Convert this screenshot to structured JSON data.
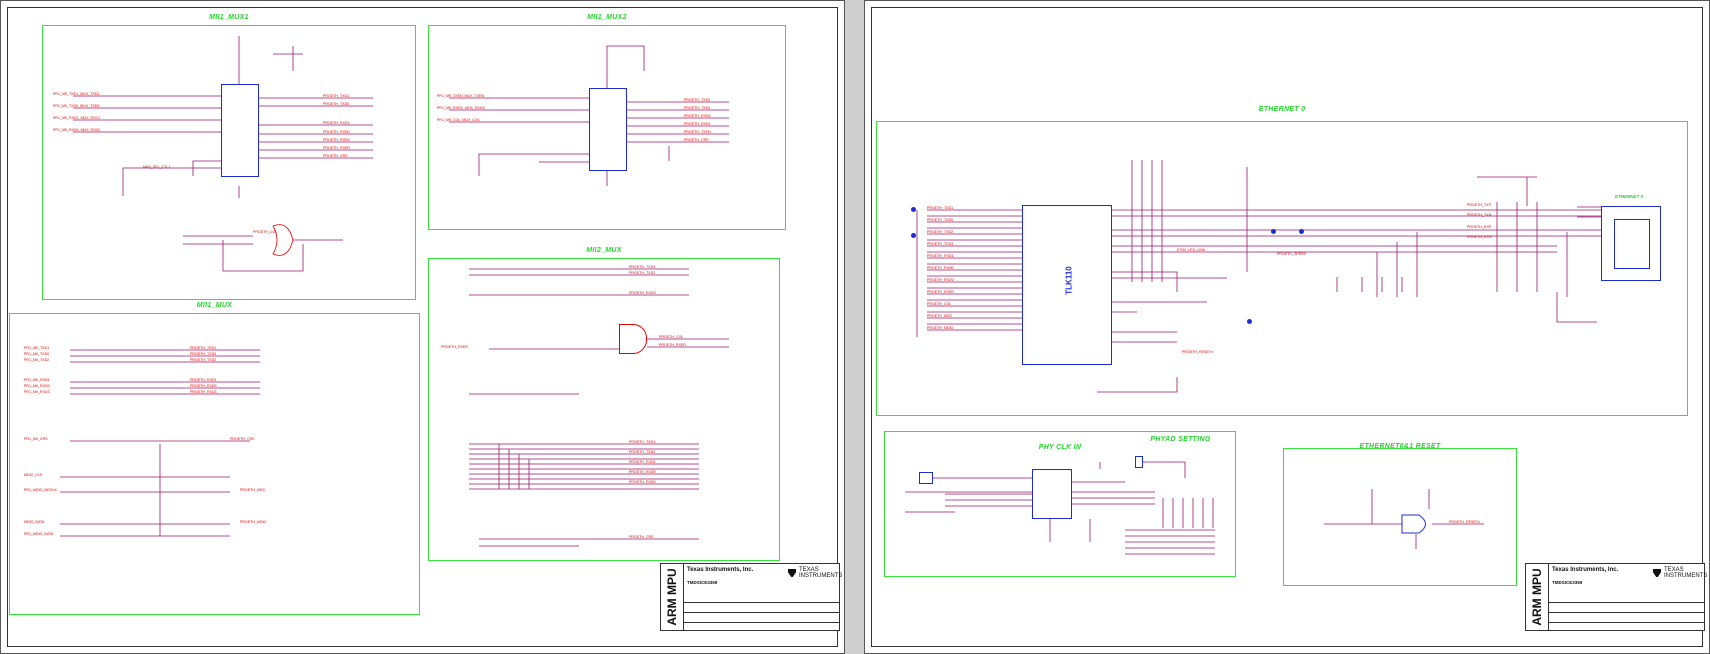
{
  "colors": {
    "block": "#36e23a",
    "signal": "#e00000",
    "chip": "#1f2bd6",
    "wire": "#9b1a6e"
  },
  "sheet1": {
    "blocks": {
      "mii1_mux1": "MII1_MUX1",
      "mii1_mux2": "MII1_MUX2",
      "mii1_mux": "MII1_MUX",
      "mii2_mux": "MII2_MUX"
    },
    "title_block": {
      "side_text": "ARM MPU",
      "company": "Texas Instruments, Inc.",
      "logo": "TEXAS INSTRUMENTS",
      "part": "TMDSICE3359"
    }
  },
  "sheet2": {
    "blocks": {
      "ethernet0": "ETHERNET 0",
      "phy_clk_in": "PHY CLK IN",
      "phyad_setting": "PHYAD SETTING",
      "ethernet0_1_reset": "ETHERNET0&1 RESET"
    },
    "chip": "TLK110",
    "connector": "ETHERNET 0",
    "title_block": {
      "side_text": "ARM MPU",
      "company": "Texas Instruments, Inc.",
      "logo": "TEXAS INSTRUMENTS",
      "part": "TMDSICE3359"
    }
  }
}
